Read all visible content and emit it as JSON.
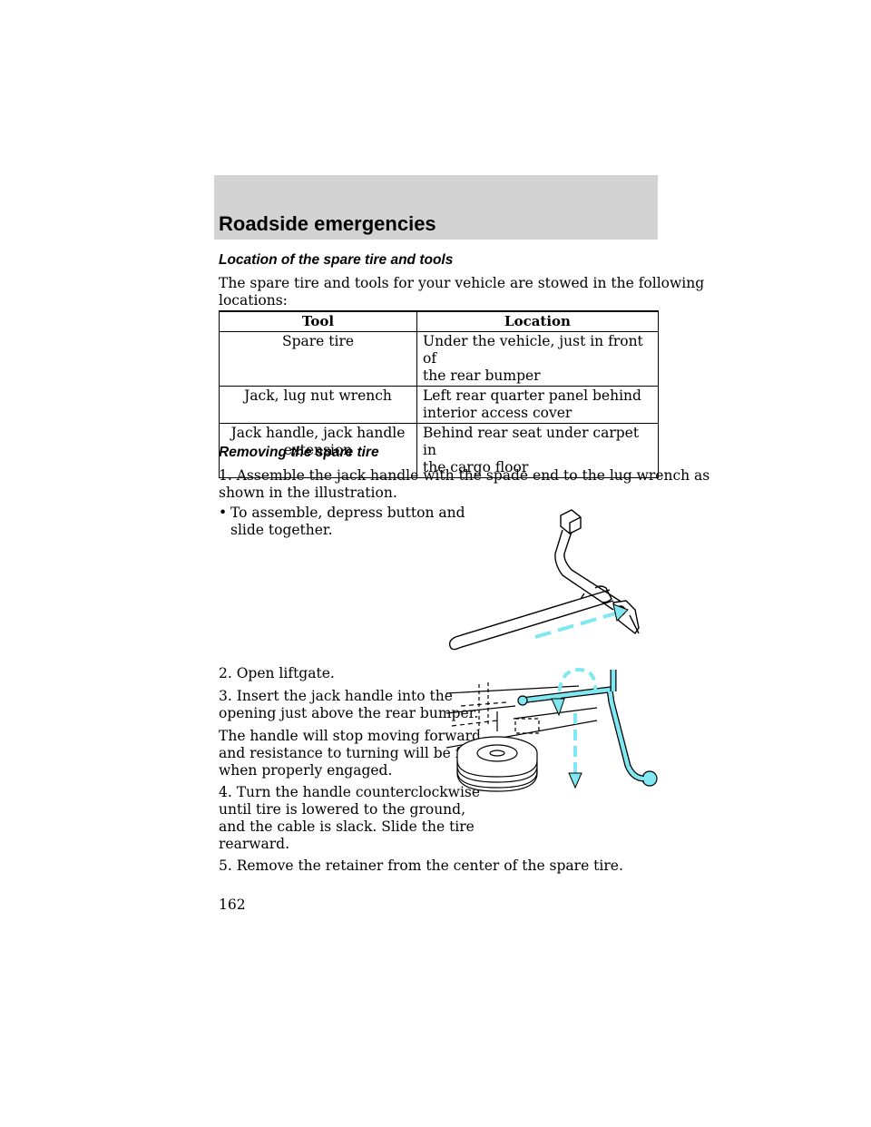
{
  "header": {
    "title": "Roadside emergencies"
  },
  "section1": {
    "heading": "Location of the spare tire and tools",
    "intro_line1": "The spare tire and tools for your vehicle are stowed in the following",
    "intro_line2": "locations:"
  },
  "table": {
    "headers": [
      "Tool",
      "Location"
    ],
    "rows": [
      {
        "tool": "Spare tire",
        "loc1": "Under the vehicle, just in front of",
        "loc2": "the rear bumper"
      },
      {
        "tool": "Jack, lug nut wrench",
        "loc1": "Left rear quarter panel behind",
        "loc2": "interior access cover"
      },
      {
        "tool": "Jack handle, jack handle extension",
        "loc1": "Behind rear seat under carpet in",
        "loc2": "the cargo floor"
      }
    ]
  },
  "section2": {
    "heading": "Removing the spare tire",
    "step1_line1": "1. Assemble the jack handle with the spade end to the lug wrench as",
    "step1_line2": "shown in the illustration.",
    "bullet_symbol": "•",
    "bullet_line1": "To assemble, depress button and",
    "bullet_line2": "slide together.",
    "step2": "2. Open liftgate.",
    "step3_line1": "3. Insert the jack handle into the",
    "step3_line2": "opening just above the rear bumper.",
    "note_line1": "The handle will stop moving forward",
    "note_line2": "and resistance to turning will be felt",
    "note_line3": "when properly engaged.",
    "step4_line1": "4. Turn the handle counterclockwise",
    "step4_line2": "until tire is lowered to the ground,",
    "step4_line3": "and the cable is slack. Slide the tire",
    "step4_line4": "rearward.",
    "step5": "5. Remove the retainer from the center of the spare tire."
  },
  "page_number": "162",
  "colors": {
    "header_band": "#d3d3d3",
    "accent_cyan": "#7fe8f0"
  }
}
